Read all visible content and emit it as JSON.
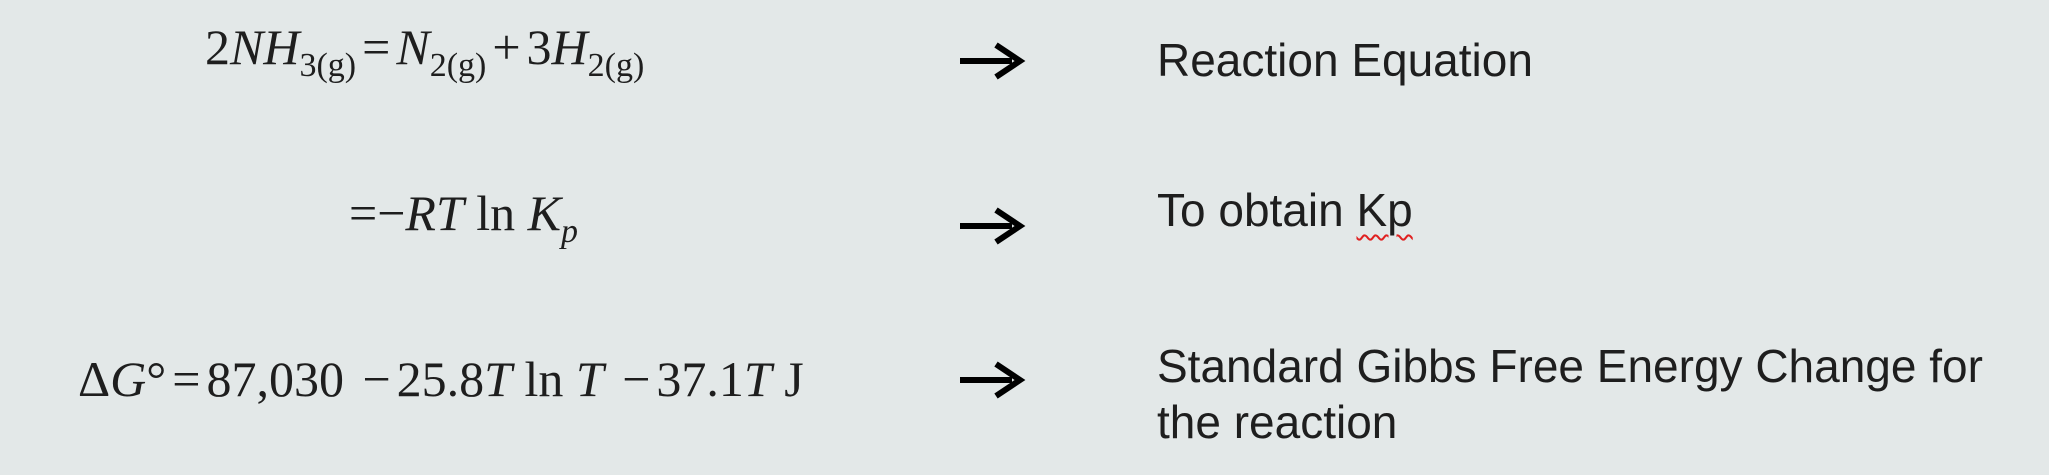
{
  "rows": [
    {
      "equation": {
        "coef1": "2",
        "species1": "NH",
        "sub1": "3(g)",
        "eq": "=",
        "species2": "N",
        "sub2": "2(g)",
        "plus": "+",
        "coef3": "3",
        "species3": "H",
        "sub3": "2(g)"
      },
      "arrow_icon": "right-arrow-icon",
      "description": "Reaction Equation"
    },
    {
      "equation": {
        "eq": "=",
        "minus": "−",
        "rt": "RT",
        "ln": "ln",
        "k": "K",
        "k_sub": "p"
      },
      "arrow_icon": "right-arrow-icon",
      "description_prefix": "To obtain ",
      "description_flagged": "Kp"
    },
    {
      "equation": {
        "delta": "Δ",
        "g": "G",
        "degree": "°",
        "eq": "=",
        "const": "87,030",
        "minus1": "−",
        "coef_a": "25.8",
        "t1": "T",
        "ln": "ln",
        "t2": "T",
        "minus2": "−",
        "coef_b": "37.1",
        "t3": "T",
        "unit": "J"
      },
      "arrow_icon": "right-arrow-icon",
      "description_line1": "Standard Gibbs Free Energy Change for",
      "description_line2": "the reaction"
    }
  ],
  "colors": {
    "background": "#e3e8e8",
    "text": "#1e1e1e",
    "spellcheck": "#e02020"
  }
}
